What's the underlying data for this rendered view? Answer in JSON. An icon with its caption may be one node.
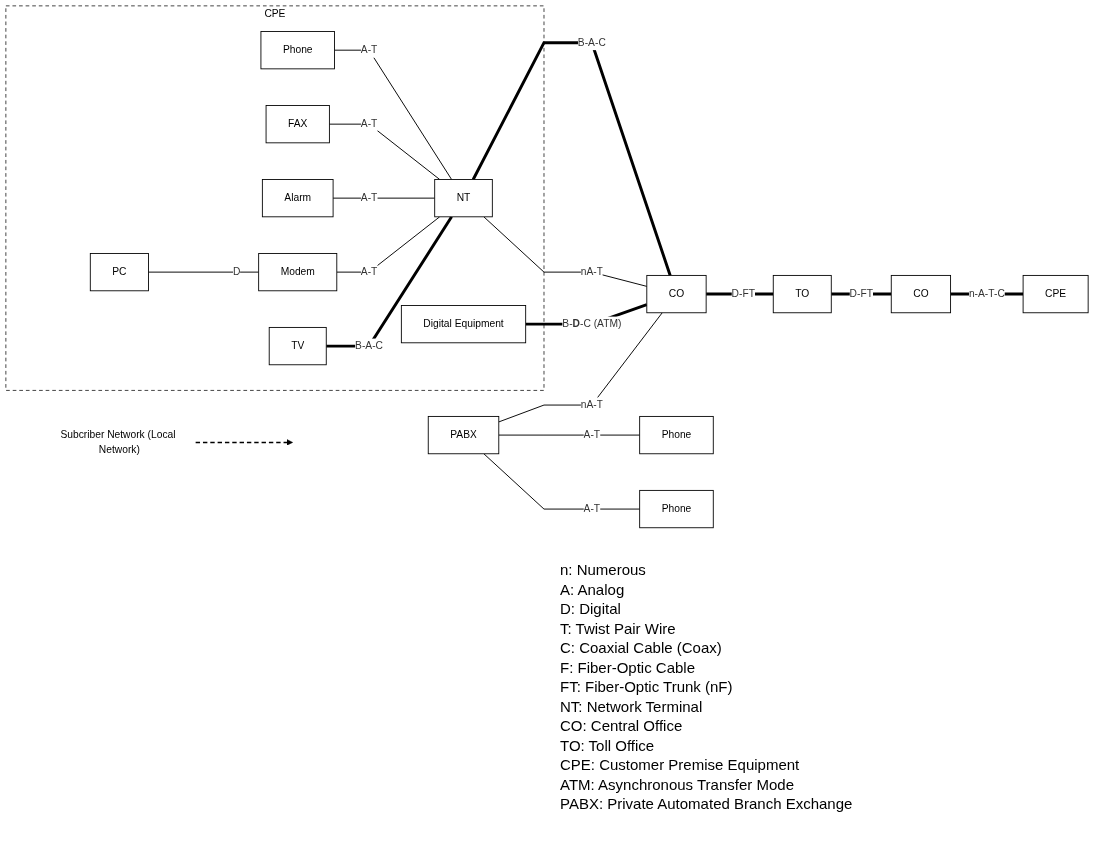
{
  "diagram": {
    "nodes": [
      {
        "text": [
          "CPE"
        ]
      },
      {
        "text": [
          "Phone"
        ],
        "in": 0
      },
      {
        "text": [
          "FAX"
        ],
        "in": 0
      },
      {
        "text": [
          "Alarm"
        ],
        "in": 0
      },
      {
        "text": [
          "NT"
        ],
        "in": 0
      },
      {
        "text": [
          "PC"
        ],
        "in": 0
      },
      {
        "text": [
          "Modem"
        ],
        "in": 0
      },
      {
        "text": [
          "TV"
        ],
        "in": 0
      },
      {
        "text": [
          "Digital Equipment"
        ],
        "in": 0
      },
      {
        "text": [
          "CO"
        ]
      },
      {
        "text": [
          "TO"
        ]
      },
      {
        "text": [
          "CO"
        ]
      },
      {
        "text": [
          "CPE"
        ]
      },
      {
        "text": [
          "PABX"
        ]
      },
      {
        "text": [
          "Phone"
        ]
      },
      {
        "text": [
          "Phone"
        ]
      },
      {
        "text": [
          "Subcriber Network (Local Network)"
        ]
      }
    ],
    "edges": [
      {
        "from": 1,
        "to": 4,
        "arrow": "none",
        "label": "A-T"
      },
      {
        "from": 2,
        "to": 4,
        "arrow": "none",
        "label": "A-T"
      },
      {
        "from": 3,
        "to": 4,
        "arrow": "none",
        "label": "A-T"
      },
      {
        "from": 5,
        "to": 6,
        "arrow": "none",
        "label": "D"
      },
      {
        "from": 6,
        "to": 4,
        "arrow": "none",
        "label": "A-T"
      },
      {
        "from": 7,
        "to": 4,
        "arrow": "none",
        "label": "B-A-C",
        "style": "thick"
      },
      {
        "from": 4,
        "to": 9,
        "arrow": "none",
        "label": "B-A-C",
        "style": "thick"
      },
      {
        "from": 4,
        "to": 9,
        "arrow": "none",
        "label": "nA-T"
      },
      {
        "from": 8,
        "to": 9,
        "arrow": "none",
        "label": "B-**D**-C (ATM)",
        "style": "thick"
      },
      {
        "from": 13,
        "to": 9,
        "arrow": "none",
        "label": "nA-T"
      },
      {
        "from": 9,
        "to": 10,
        "arrow": "none",
        "label": "D-FT",
        "style": "thick"
      },
      {
        "from": 10,
        "to": 11,
        "arrow": "none",
        "label": "D-FT",
        "style": "thick"
      },
      {
        "from": 11,
        "to": 12,
        "arrow": "none",
        "label": "n-A-T-C",
        "style": "thick"
      },
      {
        "from": 13,
        "to": 14,
        "arrow": "none",
        "label": "A-T"
      },
      {
        "from": 13,
        "to": 15,
        "arrow": "none",
        "label": "A-T"
      },
      {
        "from": 16,
        "to": null,
        "arrow": "to",
        "style": "dashed"
      }
    ],
    "labels": [
      "n: Numerous",
      "A: Analog",
      "D: Digital",
      "T: Twist Pair Wire",
      "C: Coaxial Cable (Coax)",
      "F: Fiber-Optic Cable",
      "FT: Fiber-Optic Trunk (nF)",
      "NT: Network Terminal",
      "CO: Central Office",
      "TO: Toll Office",
      "CPE: Customer Premise Equipment",
      "ATM: Asynchronous Transfer Mode",
      "PABX: Private Automated Branch Exchange"
    ]
  }
}
